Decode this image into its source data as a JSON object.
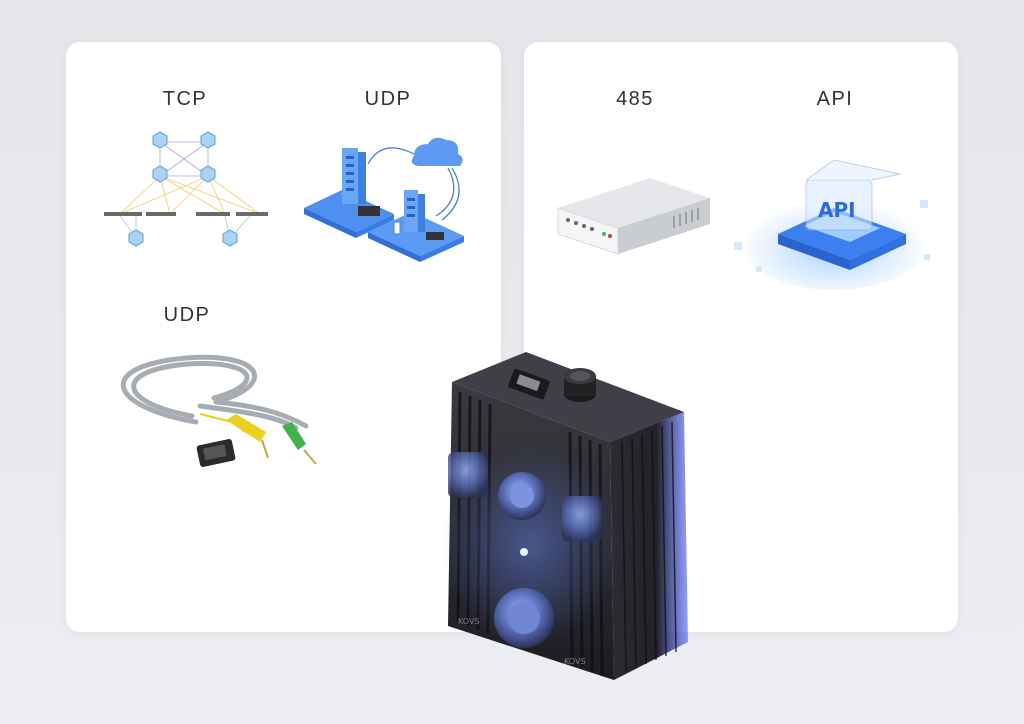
{
  "panels": {
    "left": {
      "items": [
        {
          "label": "TCP",
          "icon": "network-topology-icon"
        },
        {
          "label": "UDP",
          "icon": "cloud-servers-icon"
        },
        {
          "label": "UDP",
          "icon": "serial-cable-icon"
        }
      ]
    },
    "right": {
      "items": [
        {
          "label": "485",
          "icon": "gateway-box-icon"
        },
        {
          "label": "API",
          "icon": "api-chip-icon"
        }
      ]
    }
  },
  "device": {
    "icon": "camera-sensor-device-icon",
    "brand": "KOVS"
  },
  "colors": {
    "background": "#e6e8eb",
    "card": "#ffffff",
    "label": "#333333",
    "accent_blue": "#3b82f6",
    "device_body": "#24242a"
  }
}
